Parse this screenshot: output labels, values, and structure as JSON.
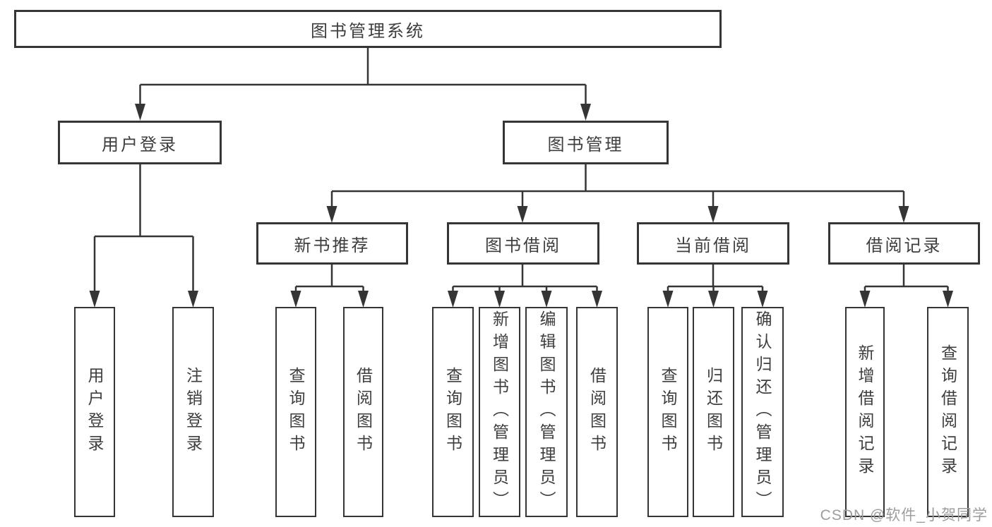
{
  "tree": {
    "label": "图书管理系统",
    "children": [
      {
        "label": "用户登录",
        "children": [
          {
            "label": "用户登录"
          },
          {
            "label": "注销登录"
          }
        ]
      },
      {
        "label": "图书管理",
        "children": [
          {
            "label": "新书推荐",
            "children": [
              {
                "label": "查询图书"
              },
              {
                "label": "借阅图书"
              }
            ]
          },
          {
            "label": "图书借阅",
            "children": [
              {
                "label": "查询图书"
              },
              {
                "label": "新增图书（管理员）"
              },
              {
                "label": "编辑图书（管理员）"
              },
              {
                "label": "借阅图书"
              }
            ]
          },
          {
            "label": "当前借阅",
            "children": [
              {
                "label": "查询图书"
              },
              {
                "label": "归还图书"
              },
              {
                "label": "确认归还（管理员）"
              }
            ]
          },
          {
            "label": "借阅记录",
            "children": [
              {
                "label": "新增借阅记录"
              },
              {
                "label": "查询借阅记录"
              }
            ]
          }
        ]
      }
    ]
  },
  "watermark": {
    "text": "CSDN @软件_小贺同学"
  },
  "colors": {
    "line": "#353535",
    "text": "#3e3e3e",
    "watermark": "#9d9d9d",
    "background": "#ffffff"
  }
}
